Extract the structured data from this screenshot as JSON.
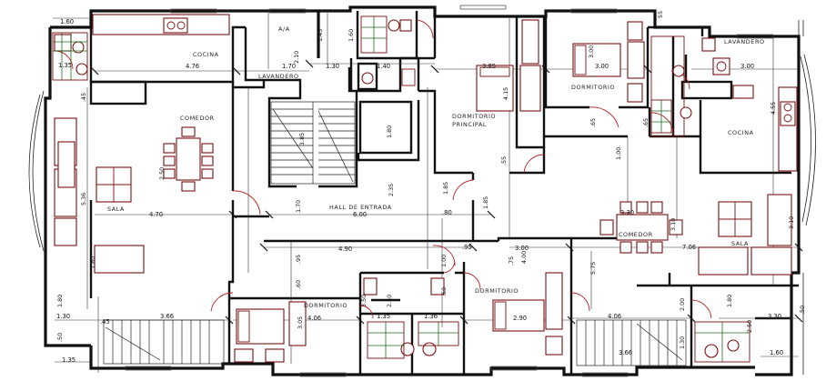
{
  "rooms": {
    "cocina_left": "COCINA",
    "lavandero_left": "LAVANDERO",
    "comedor_left": "COMEDOR",
    "sala_left": "SALA",
    "hall": "HALL DE ENTRADA",
    "dormitorio_principal_1": "DORMITORIO",
    "dormitorio_principal_2": "PRINCIPAL",
    "dormitorio_top_right": "DORMITORIO",
    "lavandero_right": "LAVANDERO",
    "cocina_right": "COCINA",
    "comedor_right": "COMEDOR",
    "sala_right": "SALA",
    "dormitorio_bottom_left": "DORMITORIO",
    "dormitorio_bottom_mid": "DORMITORIO",
    "aa": "A/A"
  },
  "dims": {
    "d_160_tl": "1.60",
    "d_476": "4.76",
    "d_170_top": "1.70",
    "d_130_top": "1.30",
    "d_140_top": "1.40",
    "d_385": "3.85",
    "d_300_a": "3.00",
    "d_300_b": "3.00",
    "d_145": "1.45",
    "d_160_v": "1.60",
    "d_210": "2.10",
    "d_415": "4.15",
    "d_135": "1.35",
    "d_45": ".45",
    "d_250": "2.50",
    "d_536": "5.36",
    "d_470": "4.70",
    "d_180": "1.80",
    "d_235": "2.35",
    "d_185a": "1.85",
    "d_185b": "1.85",
    "d_185c": "1.85",
    "d_170_hall": "1.70",
    "d_600": "6.00",
    "d_80": ".80",
    "d_490": "4.90",
    "d_95a": ".95",
    "d_95b": ".95",
    "d_400": "4.00",
    "d_100_b": "1.00",
    "d_75": ".75",
    "d_60": ".60",
    "d_330": "3.30",
    "d_706": "7.06",
    "d_310": "3.10",
    "d_575": "5.75",
    "d_455": "4.55",
    "d_100_r": "1.00",
    "d_65a": ".65",
    "d_65b": ".65",
    "d_55": ".55",
    "d_130_bl": "1.30",
    "d_366": "3.66",
    "d_406": "4.06",
    "d_350": "3.50",
    "d_250_b": "2.50",
    "d_135_b": "1.35",
    "d_136": "1.36",
    "d_406b": "4.06",
    "d_200": "2.00",
    "d_180b": "1.80",
    "d_330b": "3.30",
    "d_250c": "2.50",
    "d_160_br": "1.60",
    "d_130_b": "1.30",
    "d_50": ".50",
    "d_135_bb": "1.35",
    "d_305": "3.05",
    "d_290": "2.90",
    "d_55_r": "55",
    "d_366b": "3.66",
    "d_300_c": "3.00"
  }
}
